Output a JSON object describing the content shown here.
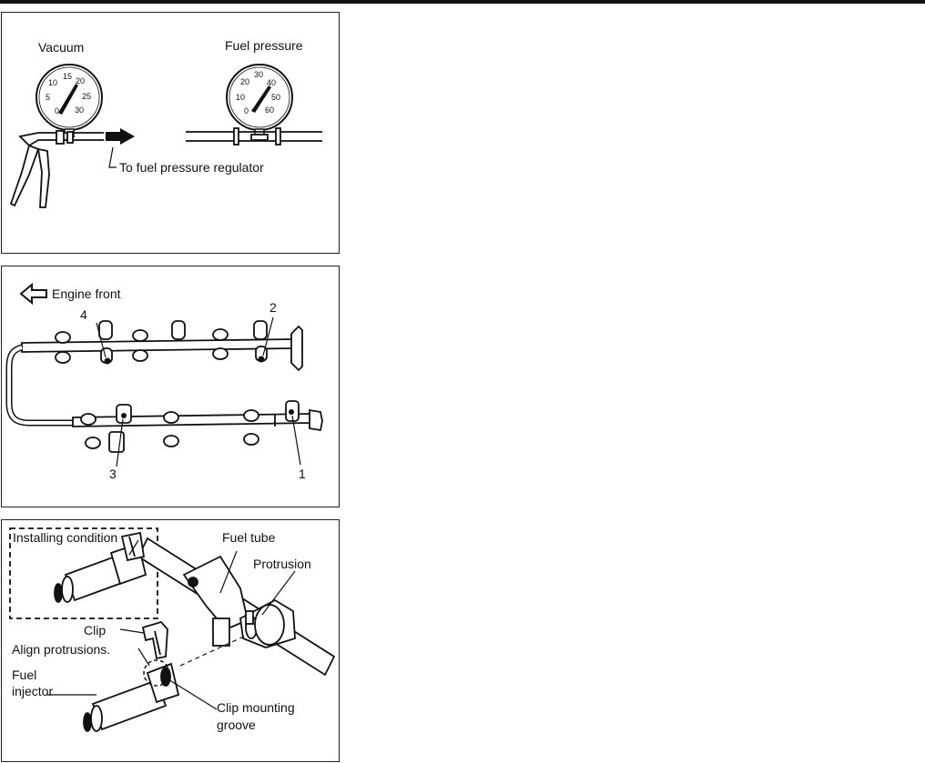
{
  "figure1": {
    "vacuum_label": "Vacuum",
    "fuel_pressure_label": "Fuel pressure",
    "regulator_label": "To fuel pressure regulator",
    "vacuum_gauge_ticks": [
      "0",
      "5",
      "10",
      "15",
      "20",
      "25",
      "30"
    ],
    "fuel_gauge_ticks": [
      "0",
      "10",
      "20",
      "30",
      "40",
      "50",
      "60"
    ]
  },
  "figure2": {
    "engine_front_label": "Engine front",
    "callouts": [
      "1",
      "2",
      "3",
      "4"
    ]
  },
  "figure3": {
    "installing_condition_label": "Installing condition",
    "fuel_tube_label": "Fuel tube",
    "protrusion_label": "Protrusion",
    "clip_label": "Clip",
    "align_label": "Align protrusions.",
    "injector_label_line1": "Fuel",
    "injector_label_line2": "injector",
    "groove_label_line1": "Clip mounting",
    "groove_label_line2": "groove"
  }
}
